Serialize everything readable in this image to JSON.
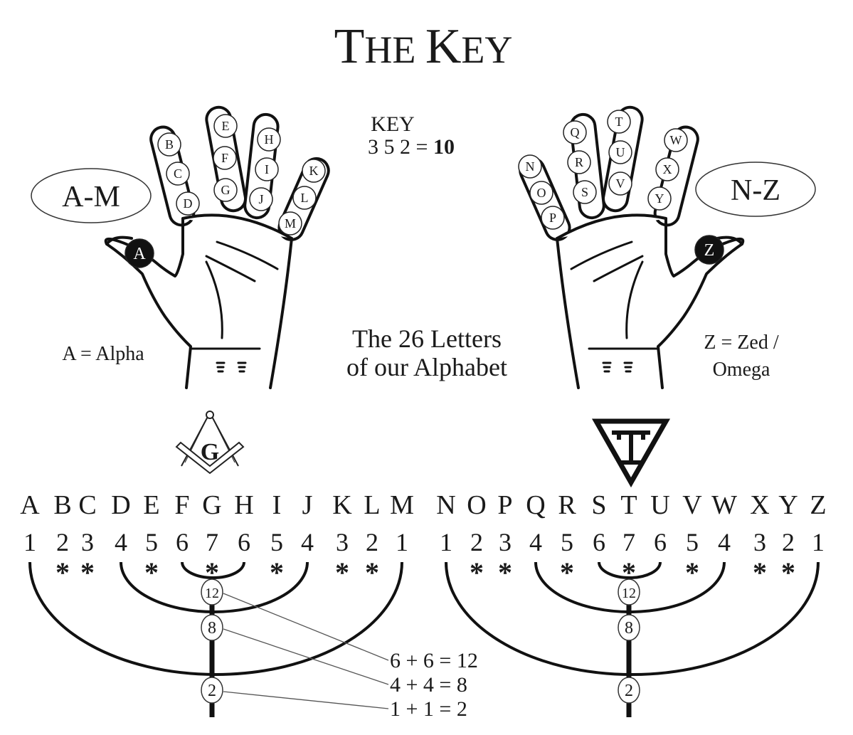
{
  "title": {
    "first_big": "T",
    "first_rest": "HE ",
    "second_big": "K",
    "second_rest": "EY"
  },
  "key_box": {
    "label": "KEY",
    "formula": "3 5 2 = ",
    "result": "10"
  },
  "left_hand": {
    "range_label": "A-M",
    "thumb_letter": "A",
    "finger_letters": [
      "B",
      "C",
      "D",
      "E",
      "F",
      "G",
      "H",
      "I",
      "J",
      "K",
      "L",
      "M"
    ],
    "caption": "A = Alpha"
  },
  "right_hand": {
    "range_label": "N-Z",
    "thumb_letter": "Z",
    "finger_letters": [
      "N",
      "O",
      "P",
      "Q",
      "R",
      "S",
      "T",
      "U",
      "V",
      "W",
      "X",
      "Y"
    ],
    "caption_line1": "Z = Zed /",
    "caption_line2": "Omega"
  },
  "center_caption": {
    "line1": "The 26 Letters",
    "line2": "of our Alphabet"
  },
  "left_symbol": {
    "letter": "G"
  },
  "left_row": {
    "letters": [
      "A",
      "B",
      "C",
      "D",
      "E",
      "F",
      "G",
      "H",
      "I",
      "J",
      "K",
      "L",
      "M"
    ],
    "numbers": [
      "1",
      "2",
      "3",
      "4",
      "5",
      "6",
      "7",
      "6",
      "5",
      "4",
      "3",
      "2",
      "1"
    ],
    "stars": [
      false,
      true,
      true,
      false,
      true,
      false,
      true,
      false,
      true,
      false,
      true,
      true,
      false
    ],
    "nodes": [
      "12",
      "8",
      "2"
    ]
  },
  "right_row": {
    "letters": [
      "N",
      "O",
      "P",
      "Q",
      "R",
      "S",
      "T",
      "U",
      "V",
      "W",
      "X",
      "Y",
      "Z"
    ],
    "numbers": [
      "1",
      "2",
      "3",
      "4",
      "5",
      "6",
      "7",
      "6",
      "5",
      "4",
      "3",
      "2",
      "1"
    ],
    "stars": [
      false,
      true,
      true,
      false,
      true,
      false,
      true,
      false,
      true,
      false,
      true,
      true,
      false
    ],
    "nodes": [
      "12",
      "8",
      "2"
    ]
  },
  "equations": [
    "6 + 6 = 12",
    "4 + 4 = 8",
    "1 + 1 = 2"
  ],
  "star_glyph": "*"
}
